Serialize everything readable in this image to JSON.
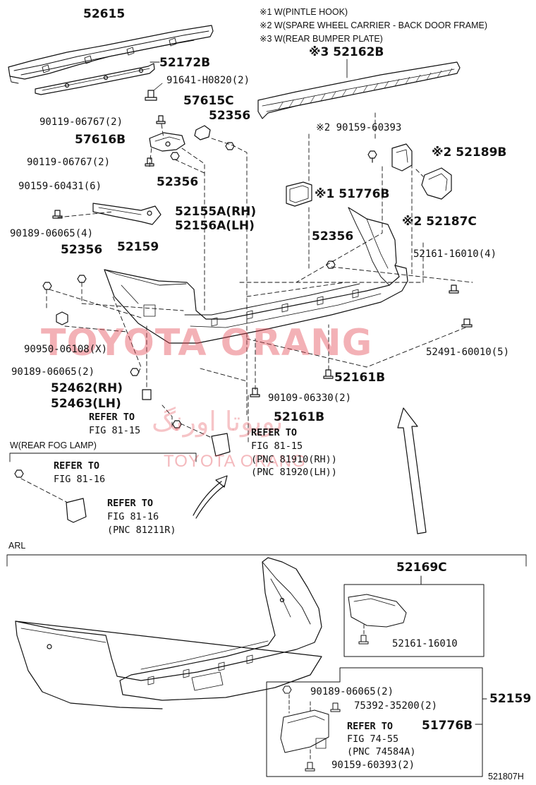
{
  "notes": [
    "※1 W(PINTLE HOOK)",
    "※2 W(SPARE WHEEL CARRIER - BACK DOOR FRAME)",
    "※3 W(REAR BUMPER PLATE)"
  ],
  "parts": {
    "p52615": "52615",
    "p52172B": "52172B",
    "p91641": "91641-H0820(2)",
    "p52162B": "※3 52162B",
    "p57615C": "57615C",
    "p52356_top": "52356",
    "p90119_a": "90119-06767(2)",
    "p57616B": "57616B",
    "p90119_b": "90119-06767(2)",
    "p52356_mid": "52356",
    "p90159_60393_top": "※2 90159-60393",
    "p52189B": "※2 52189B",
    "p90159_60431": "90159-60431(6)",
    "p51776B_top": "※1 51776B",
    "p52155A": "52155A(RH)",
    "p52156A": "52156A(LH)",
    "p52187C": "※2 52187C",
    "p90189_4": "90189-06065(4)",
    "p52356_left": "52356",
    "p52159_top": "52159",
    "p52356_right": "52356",
    "p52161_16010_4": "52161-16010(4)",
    "p90950": "90950-06108(X)",
    "p52491": "52491-60010(5)",
    "p90189_2a": "90189-06065(2)",
    "p52161B_a": "52161B",
    "p52462": "52462(RH)",
    "p52463": "52463(LH)",
    "p90109": "90109-06330(2)",
    "p52161B_b": "52161B",
    "p52169C": "52169C",
    "p52161_16010": "52161-16010",
    "p90189_2b": "90189-06065(2)",
    "p75392": "75392-35200(2)",
    "p52159_right": "52159",
    "p51776B_bot": "51776B",
    "p90159_60393_bot": "90159-60393(2)"
  },
  "refs": {
    "r81_15_a_1": "REFER TO",
    "r81_15_a_2": "FIG 81-15",
    "r81_15_b_1": "REFER TO",
    "r81_15_b_2": "FIG 81-15",
    "r81_15_b_3": "(PNC 81910(RH))",
    "r81_15_b_4": "(PNC 81920(LH))",
    "fog_label": "W(REAR FOG LAMP)",
    "r81_16_a_1": "REFER TO",
    "r81_16_a_2": "FIG 81-16",
    "r81_16_b_1": "REFER TO",
    "r81_16_b_2": "FIG 81-16",
    "r81_16_b_3": "(PNC 81211R)",
    "r74_55_1": "REFER TO",
    "r74_55_2": "FIG 74-55",
    "r74_55_3": "(PNC 74584A)"
  },
  "section_label": "ARL",
  "figure_code": "521807H",
  "watermark": {
    "main": "TOYOTA ORANG",
    "arabic": "تویوتا اورنگ",
    "sub": "TOYOTA ORANG"
  }
}
